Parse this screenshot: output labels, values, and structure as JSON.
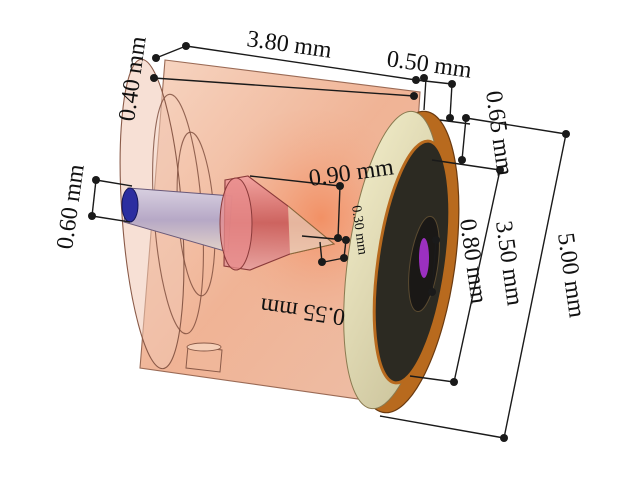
{
  "dimensions": {
    "body_length": "3.80 mm",
    "flange_thickness": "0.50 mm",
    "wall_thickness": "0.40 mm",
    "probe_diameter": "0.60 mm",
    "flange_step": "0.65 mm",
    "cone_diameter": "0.90 mm",
    "tip_gap": "0.30 mm",
    "cone_length": "0.55 mm",
    "window_diameter": "0.80 mm",
    "inner_diameter": "3.50 mm",
    "outer_diameter": "5.00 mm"
  },
  "colors": {
    "body": "#e8956f",
    "flange_face": "#ddd6a8",
    "flange_rim": "#b86a1e",
    "probe_end": "#2c2ea0",
    "window": "#9b30c0",
    "cone": "#d06a6a",
    "dimension_line": "#1a1a1a"
  }
}
